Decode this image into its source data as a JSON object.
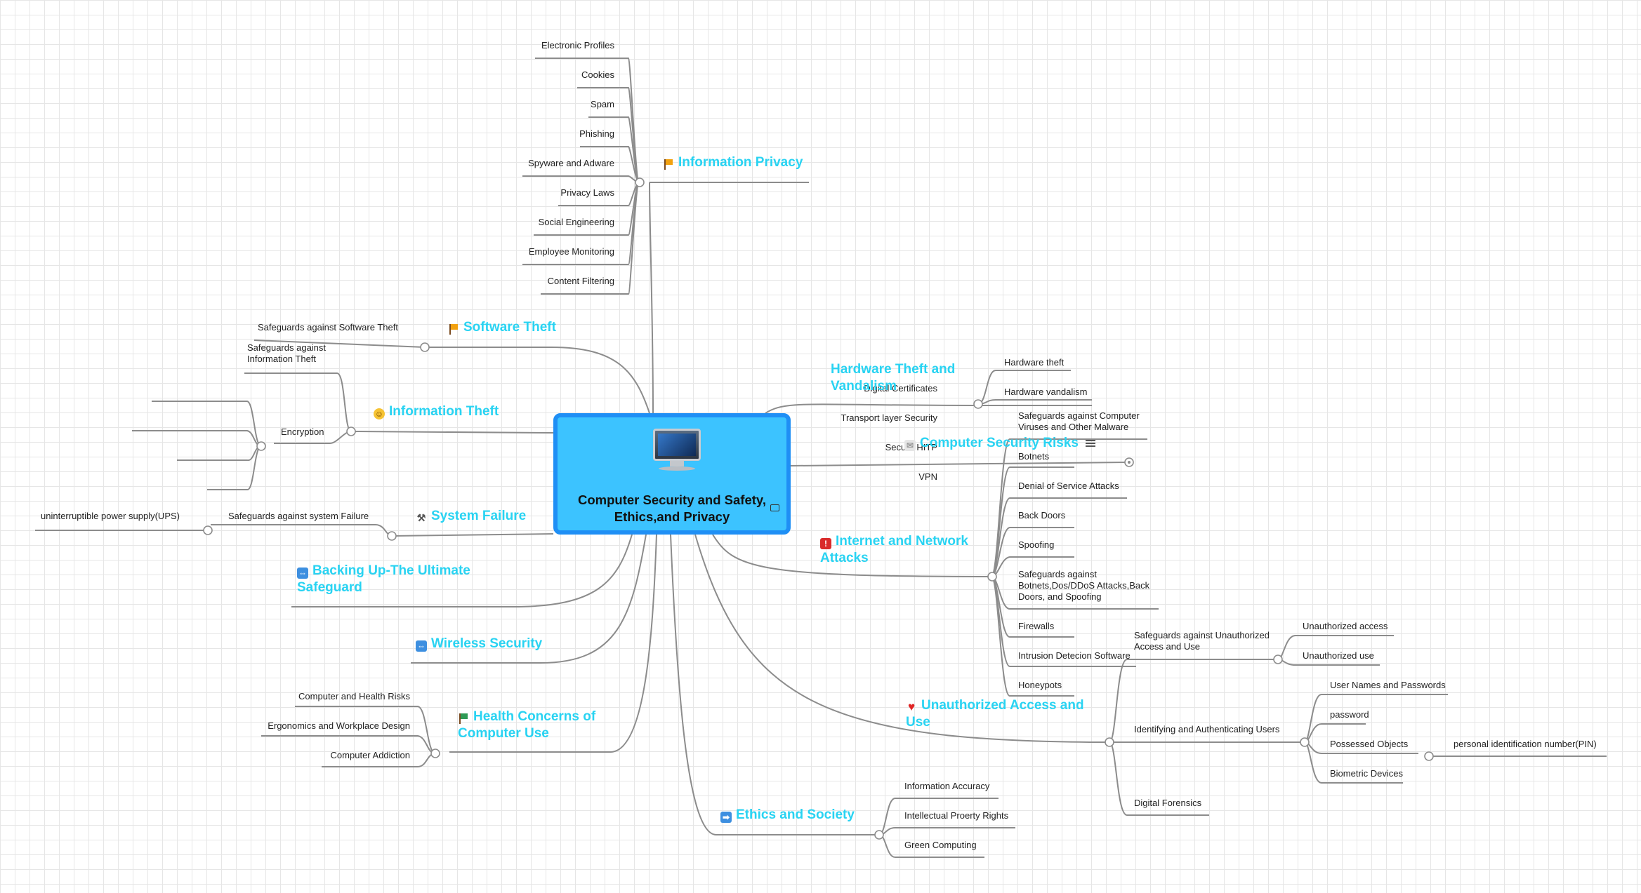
{
  "center": {
    "title": "Computer Security and Safety, Ethics,and Privacy",
    "icon": "monitor-icon"
  },
  "branches": {
    "info_privacy": {
      "label": "Information Privacy",
      "icon": "yellow-flag-icon",
      "items": [
        "Electronic Profiles",
        "Cookies",
        "Spam",
        "Phishing",
        "Spyware and Adware",
        "Privacy Laws",
        "Social Engineering",
        "Employee Monitoring",
        "Content Filtering"
      ]
    },
    "software_theft": {
      "label": "Software Theft",
      "icon": "yellow-flag-icon",
      "items": [
        "Safeguards against Software Theft"
      ]
    },
    "info_theft": {
      "label": "Information Theft",
      "icon": "smiley-icon",
      "items": [
        "Safeguards against Information Theft",
        "Encryption"
      ],
      "encryption_items": [
        "Digital Certificates",
        "Transport layer Security",
        "Secure HITP",
        "VPN"
      ]
    },
    "system_failure": {
      "label": "System Failure",
      "icon": "hammer-icon",
      "items": [
        "Safeguards against system Failure"
      ],
      "sub_items": [
        "uninterruptible power supply(UPS)"
      ]
    },
    "backing_up": {
      "label": "Backing Up-The Ultimate Safeguard",
      "icon": "blue-arrows-icon"
    },
    "wireless": {
      "label": "Wireless Security",
      "icon": "blue-arrows-icon"
    },
    "health": {
      "label": "Health Concerns of Computer Use",
      "icon": "green-flag-icon",
      "items": [
        "Computer and Health Risks",
        "Ergonomics and Workplace Design",
        "Computer Addiction"
      ]
    },
    "ethics": {
      "label": "Ethics and Society",
      "icon": "blue-arrow-right-icon",
      "items": [
        "Information Accuracy",
        "Intellectual Proerty Rights",
        "Green Computing"
      ]
    },
    "hardware": {
      "label": "Hardware Theft and Vandalism",
      "items": [
        "Hardware theft",
        "Hardware vandalism"
      ]
    },
    "risks": {
      "label": "Computer Security Risks",
      "icon": "envelope-icon"
    },
    "network": {
      "label": "Internet and Network Attacks",
      "icon": "red-alarm-icon",
      "items": [
        "Safeguards against Computer Viruses and Other Malware",
        "Botnets",
        "Denial of Service Attacks",
        "Back Doors",
        "Spoofing",
        "Safeguards against Botnets,Dos/DDoS Attacks,Back Doors, and Spoofing",
        "Firewalls",
        "Intrusion Detecion Software",
        "Honeypots"
      ]
    },
    "unauthorized": {
      "label": "Unauthorized Access and Use",
      "icon": "heart-icon",
      "items": [
        "Safeguards against Unauthorized Access and Use",
        "Identifying and Authenticating Users",
        "Digital Forensics"
      ],
      "safeguard_items": [
        "Unauthorized access",
        "Unauthorized use"
      ],
      "auth_items": [
        "User Names and Passwords",
        "password",
        "Possessed Objects",
        "Biometric Devices"
      ],
      "possessed_items": [
        "personal identification number(PIN)"
      ]
    }
  }
}
